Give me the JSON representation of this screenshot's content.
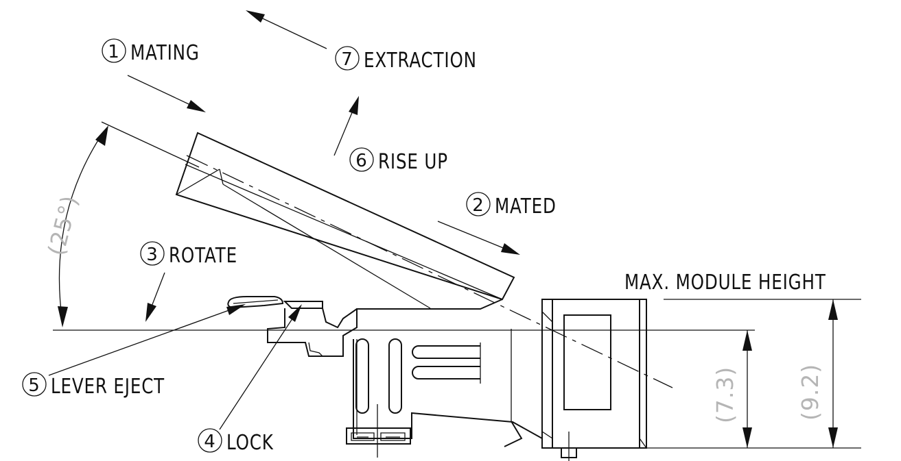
{
  "labels": {
    "mating": "MATING",
    "extraction": "EXTRACTION",
    "rise_up": "RISE UP",
    "mated": "MATED",
    "rotate": "ROTATE",
    "lever_eject": "LEVER EJECT",
    "lock": "LOCK",
    "max_height": "MAX. MODULE HEIGHT"
  },
  "steps": {
    "mating": "1",
    "mated": "2",
    "rotate": "3",
    "lock": "4",
    "lever_eject": "5",
    "rise_up": "6",
    "extraction": "7"
  },
  "dimensions": {
    "angle": "(25°)",
    "height_low": "(7.3)",
    "height_max": "(9.2)"
  },
  "colors": {
    "line": "#111111",
    "dimension_text": "#b5b5b5",
    "background": "#ffffff"
  }
}
